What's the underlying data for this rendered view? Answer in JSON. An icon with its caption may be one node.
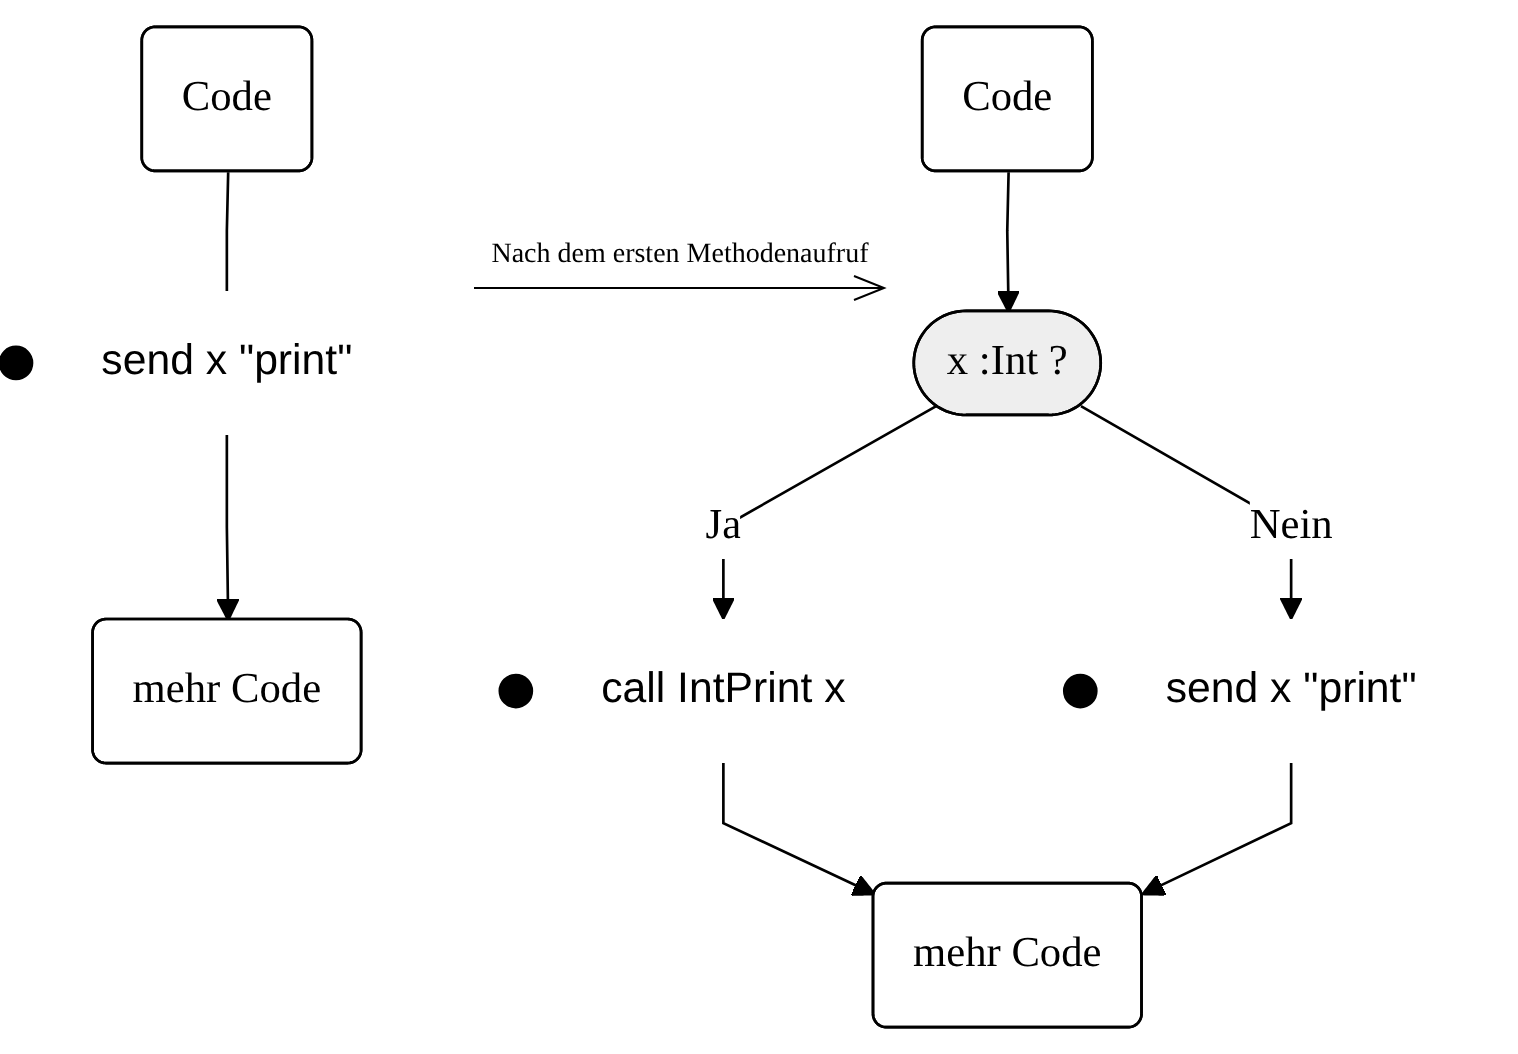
{
  "diagram": {
    "nodes": [
      {
        "text": [
          "Code"
        ]
      },
      {
        "text": [],
        "shape": "circle",
        "beside": [
          "send x \"print\""
        ]
      },
      {
        "text": [
          "mehr Code"
        ]
      },
      {
        "text": [
          "Code"
        ]
      },
      {
        "text": [
          "x :Int ?"
        ]
      },
      {
        "text": [],
        "shape": "circle",
        "beside": [
          "call IntPrint x"
        ]
      },
      {
        "text": [],
        "shape": "circle",
        "beside": [
          "send x \"print\""
        ]
      },
      {
        "text": [
          "mehr Code"
        ]
      }
    ],
    "edges": [
      {
        "from": 0,
        "to": 1,
        "arrow": "none"
      },
      {
        "from": 1,
        "to": 2,
        "arrow": "to"
      },
      {
        "from": 3,
        "to": 4,
        "arrow": "to"
      },
      {
        "from": 4,
        "to": 5,
        "arrow": "to",
        "label": "Ja"
      },
      {
        "from": 4,
        "to": 6,
        "arrow": "to",
        "label": "Nein"
      },
      {
        "from": 5,
        "to": 7,
        "arrow": "to"
      },
      {
        "from": 6,
        "to": 7,
        "arrow": "to"
      }
    ],
    "labels": [
      "Nach dem ersten Methodenaufruf"
    ]
  }
}
